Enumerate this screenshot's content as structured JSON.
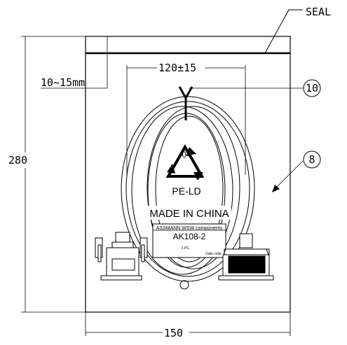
{
  "labels": {
    "seal": "SEAL",
    "seal_gap": "10~15mm",
    "cable_width": "120±15",
    "height": "280",
    "width": "150",
    "callout_tie": "10",
    "callout_bag": "8"
  },
  "bag_print": {
    "recycle_code": "04",
    "material": "PE-LD",
    "origin": "MADE IN CHINA"
  },
  "product_label": {
    "brand": "ASSMANN WSW components",
    "part_number": "AK108-2",
    "quantity": "1 PC.",
    "date_code": "Date code"
  }
}
